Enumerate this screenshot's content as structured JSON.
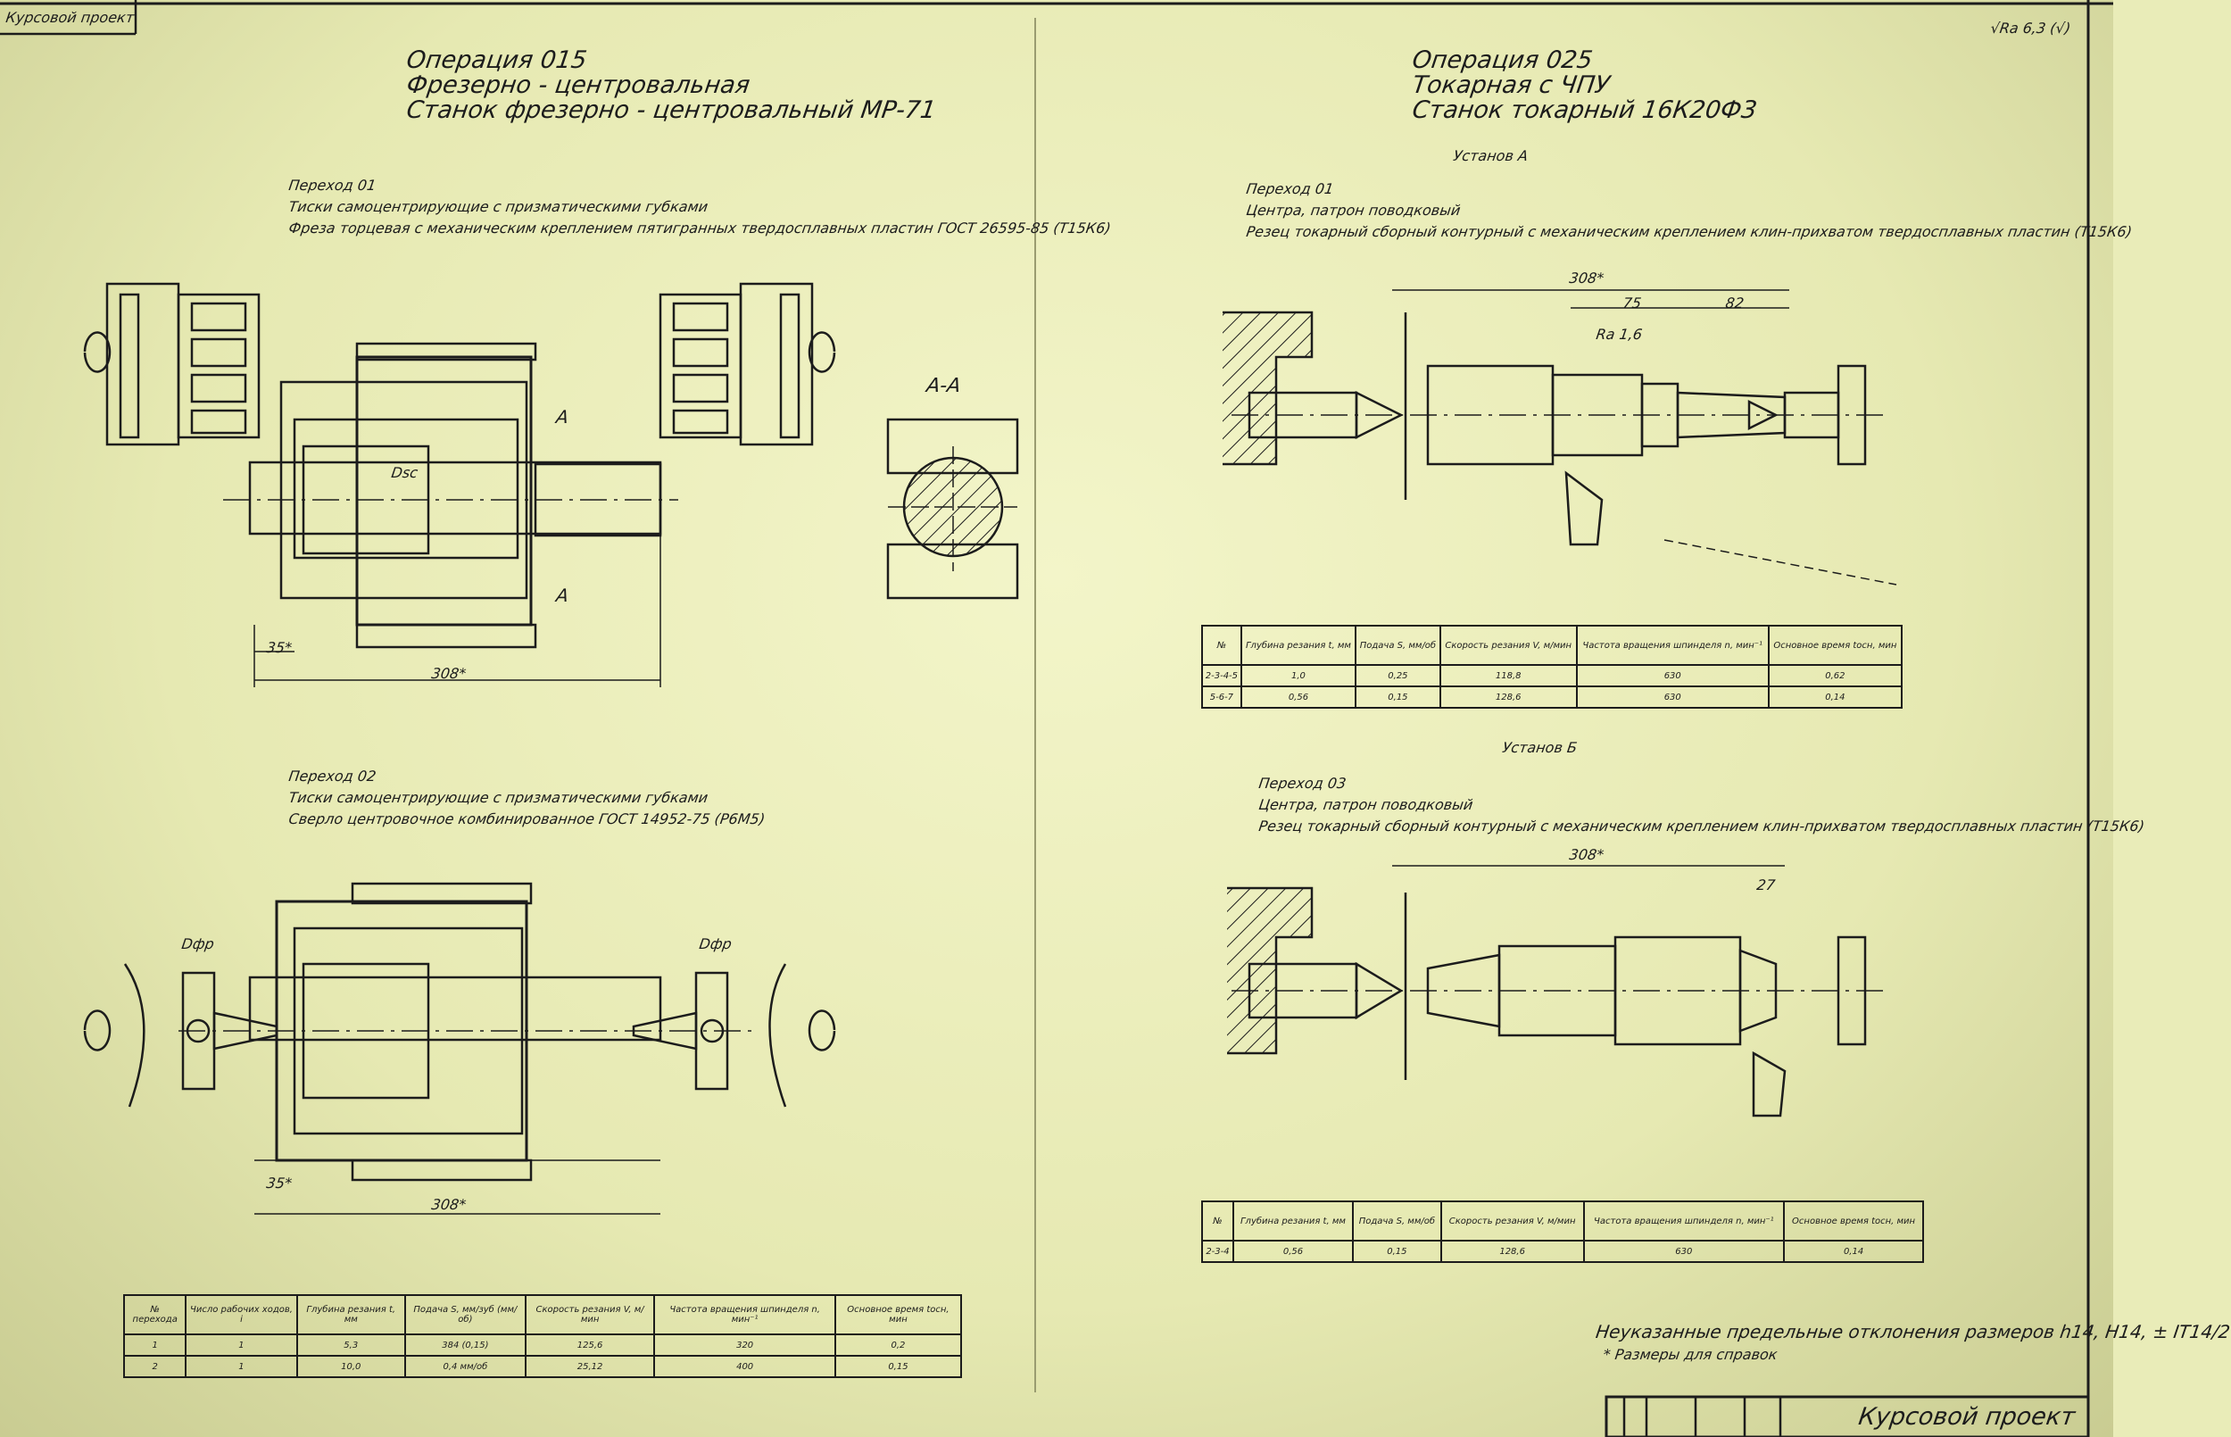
{
  "corner_tl": "Курсовой проект",
  "corner_tr": "√Ra 6,3 (√)",
  "op015": {
    "title": "Операция 015",
    "type": "Фрезерно - центровальная",
    "machine": "Станок фрезерно - центровальный МР-71",
    "step01": {
      "label": "Переход 01",
      "fixture": "Тиски самоцентрирующие с призматическими губками",
      "tool": "Фреза торцевая с механическим креплением пятигранных твердосплавных пластин ГОСТ 26595-85 (Т15К6)"
    },
    "step02": {
      "label": "Переход 02",
      "fixture": "Тиски самоцентрирующие с призматическими губками",
      "tool": "Сверло центровочное комбинированное ГОСТ 14952-75 (Р6М5)"
    },
    "dims": {
      "overall": "308*",
      "offset": "35*",
      "section": "А-А",
      "cut": "А",
      "d_sc": "Dsc",
      "d_fr": "Dфр"
    },
    "table": {
      "headers": [
        "№ перехода",
        "Число рабочих ходов, i",
        "Глубина резания t, мм",
        "Подача S, мм/зуб (мм/об)",
        "Скорость резания V, м/мин",
        "Частота вращения шпинделя n, мин⁻¹",
        "Основное время tосн, мин"
      ],
      "rows": [
        [
          "1",
          "1",
          "5,3",
          "384 (0,15)",
          "125,6",
          "320",
          "0,2"
        ],
        [
          "2",
          "1",
          "10,0",
          "0,4 мм/об",
          "25,12",
          "400",
          "0,15"
        ]
      ]
    }
  },
  "op025": {
    "title": "Операция 025",
    "type": "Токарная с ЧПУ",
    "machine": "Станок токарный 16К20Ф3",
    "setup_a": "Установ А",
    "setup_b": "Установ Б",
    "step01": {
      "label": "Переход 01",
      "fixture": "Центра, патрон поводковый",
      "tool": "Резец токарный сборный контурный с механическим креплением клин-прихватом твердосплавных пластин (Т15К6)"
    },
    "step03": {
      "label": "Переход 03",
      "fixture": "Центра, патрон поводковый",
      "tool": "Резец токарный сборный контурный с механическим креплением клин-прихватом твердосплавных пластин (Т15К6)"
    },
    "dims": {
      "overall": "308*",
      "d75": "75",
      "d82": "82",
      "ra": "Ra 1,6",
      "d27": "27"
    },
    "table_a": {
      "headers": [
        "№",
        "Глубина резания t, мм",
        "Подача S, мм/об",
        "Скорость резания V, м/мин",
        "Частота вращения шпинделя n, мин⁻¹",
        "Основное время tосн, мин"
      ],
      "rows": [
        [
          "2-3-4-5",
          "1,0",
          "0,25",
          "118,8",
          "630",
          "0,62"
        ],
        [
          "5-6-7",
          "0,56",
          "0,15",
          "128,6",
          "630",
          "0,14"
        ]
      ]
    },
    "table_b": {
      "headers": [
        "№",
        "Глубина резания t, мм",
        "Подача S, мм/об",
        "Скорость резания V, м/мин",
        "Частота вращения шпинделя n, мин⁻¹",
        "Основное время tосн, мин"
      ],
      "rows": [
        [
          "2-3-4",
          "0,56",
          "0,15",
          "128,6",
          "630",
          "0,14"
        ]
      ]
    }
  },
  "notes": {
    "tolerances": "Неуказанные предельные отклонения размеров h14, H14, ± IT14/2",
    "reference": "* Размеры для справок"
  },
  "stamp_title": "Курсовой проект"
}
